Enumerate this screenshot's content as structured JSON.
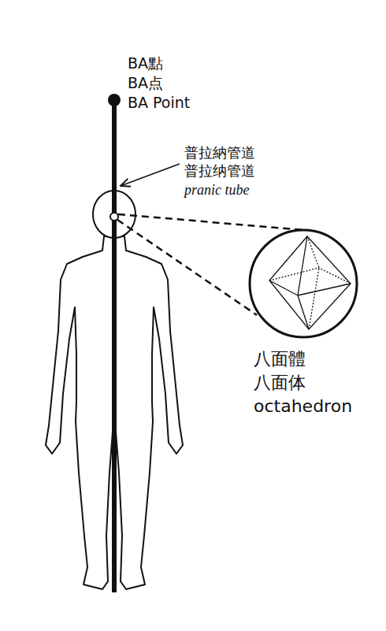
{
  "diagram": {
    "labels": [
      "BA點",
      "BA点",
      "BA Point",
      "普拉納管道",
      "普拉纳管道",
      "pranic tube",
      "八面體",
      "八面体",
      "octahedron"
    ]
  }
}
